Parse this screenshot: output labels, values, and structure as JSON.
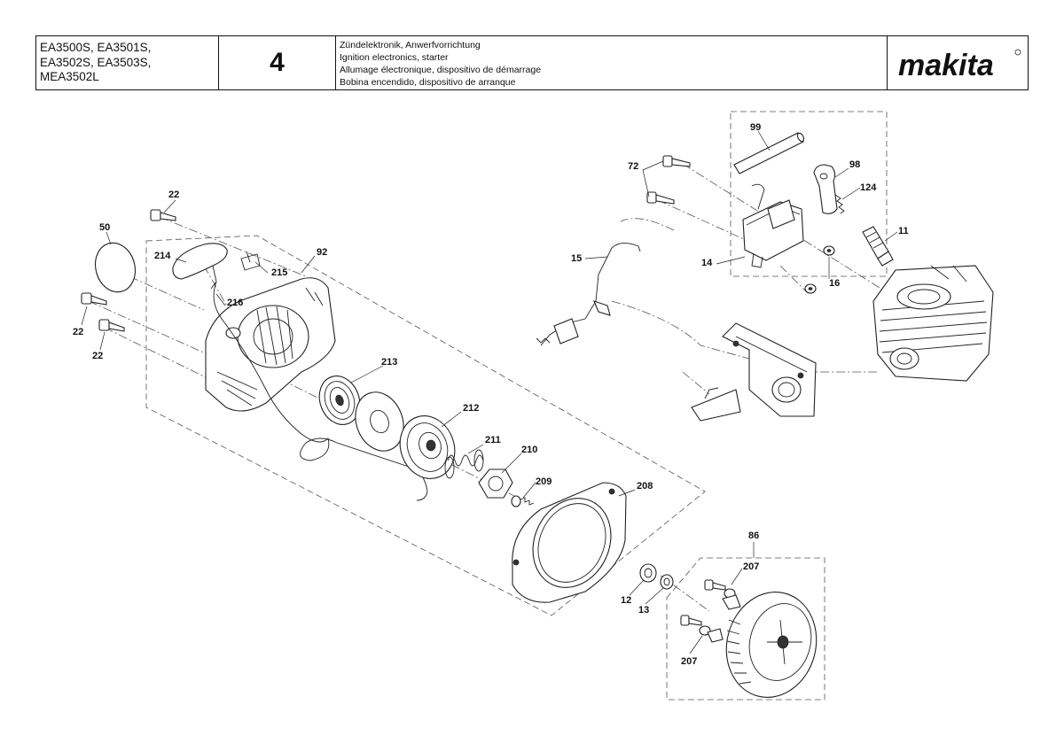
{
  "header": {
    "models": [
      "EA3500S, EA3501S,",
      "EA3502S, EA3503S,",
      "MEA3502L"
    ],
    "page_number": "4",
    "titles": [
      "Zündelektronik, Anwerfvorrichtung",
      "Ignition electronics, starter",
      "Allumage électronique, dispositivo de démarrage",
      "Bobina encendido, dispositivo de arranque"
    ],
    "brand": "makita"
  },
  "callouts": {
    "p99": "99",
    "p98": "98",
    "p72": "72",
    "p124": "124",
    "p11": "11",
    "p15": "15",
    "p14": "14",
    "p16": "16",
    "p22a": "22",
    "p50": "50",
    "p214": "214",
    "p215": "215",
    "p92": "92",
    "p216": "216",
    "p22b": "22",
    "p22c": "22",
    "p213": "213",
    "p212": "212",
    "p211": "211",
    "p210": "210",
    "p209": "209",
    "p208": "208",
    "p86": "86",
    "p207a": "207",
    "p12": "12",
    "p13": "13",
    "p207b": "207"
  }
}
